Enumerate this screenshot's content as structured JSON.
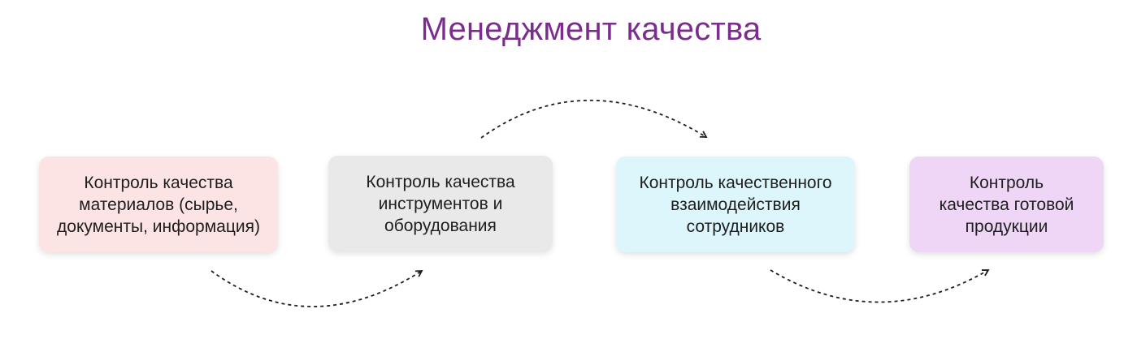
{
  "title": "Менеджмент качества",
  "steps": [
    {
      "lines": [
        "Контроль качества",
        "материалов (сырье,",
        "документы, информация)"
      ],
      "color": "#fde4e4"
    },
    {
      "lines": [
        "Контроль качества",
        "инструментов и",
        "оборудования"
      ],
      "color": "#e9e9e9"
    },
    {
      "lines": [
        "Контроль качественного",
        "взаимодействия",
        "сотрудников"
      ],
      "color": "#dcf6fb"
    },
    {
      "lines": [
        "Контроль",
        "качества готовой",
        "продукции"
      ],
      "color": "#efd6f7"
    }
  ],
  "accent_color": "#7b2d8e"
}
